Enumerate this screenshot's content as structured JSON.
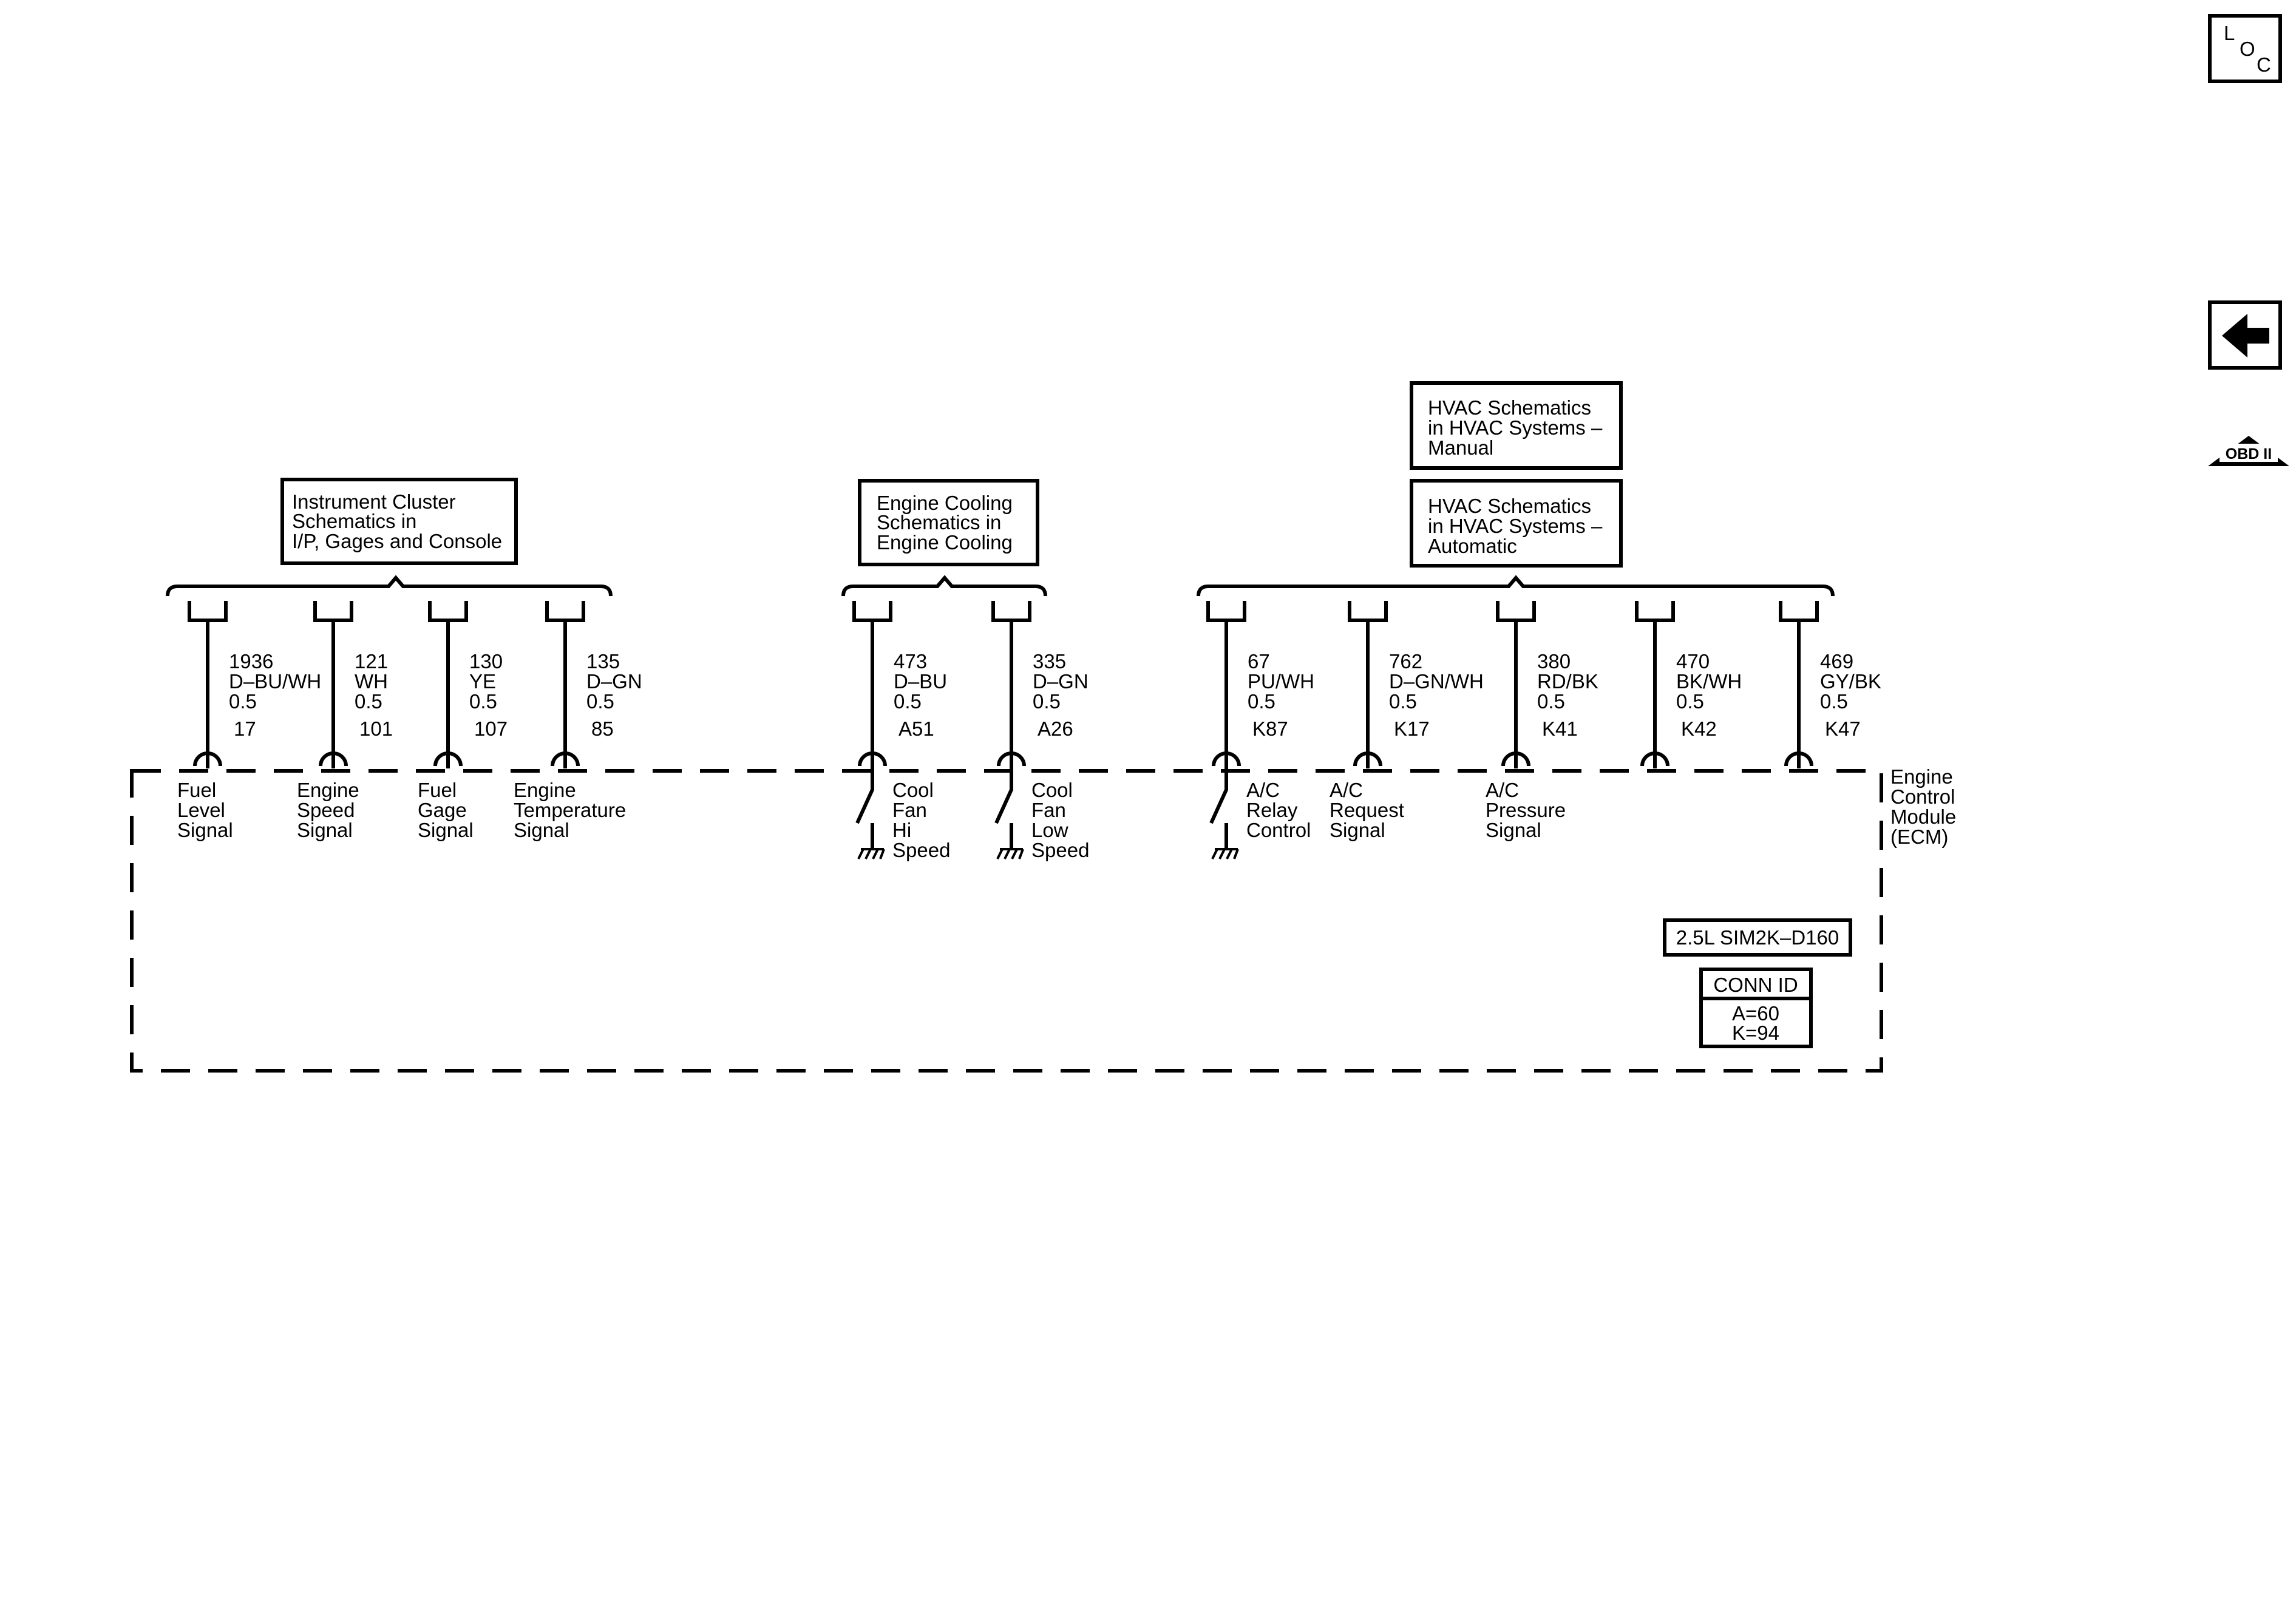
{
  "nav": {
    "loc": {
      "l": "L",
      "o": "O",
      "c": "C"
    },
    "back_icon": "left-arrow-icon",
    "obd": {
      "numeral": "II",
      "label": "OBD II"
    }
  },
  "references": {
    "instrument_cluster": [
      "Instrument Cluster",
      "Schematics in",
      "I/P, Gages and Console"
    ],
    "engine_cooling": [
      "Engine Cooling",
      "Schematics in",
      "Engine Cooling"
    ],
    "hvac_manual": [
      "HVAC Schematics",
      "in HVAC Systems –",
      "Manual"
    ],
    "hvac_automatic": [
      "HVAC Schematics",
      "in HVAC Systems –",
      "Automatic"
    ]
  },
  "circuits": [
    {
      "circuit": "1936",
      "color": "D–BU/WH",
      "gauge": "0.5",
      "pin": "17",
      "label": [
        "Fuel",
        "Level",
        "Signal"
      ]
    },
    {
      "circuit": "121",
      "color": "WH",
      "gauge": "0.5",
      "pin": "101",
      "label": [
        "Engine",
        "Speed",
        "Signal"
      ]
    },
    {
      "circuit": "130",
      "color": "YE",
      "gauge": "0.5",
      "pin": "107",
      "label": [
        "Fuel",
        "Gage",
        "Signal"
      ]
    },
    {
      "circuit": "135",
      "color": "D–GN",
      "gauge": "0.5",
      "pin": "85",
      "label": [
        "Engine",
        "Temperature",
        "Signal"
      ]
    },
    {
      "circuit": "473",
      "color": "D–BU",
      "gauge": "0.5",
      "pin": "A51",
      "label": [
        "Cool",
        "Fan",
        "Hi",
        "Speed"
      ]
    },
    {
      "circuit": "335",
      "color": "D–GN",
      "gauge": "0.5",
      "pin": "A26",
      "label": [
        "Cool",
        "Fan",
        "Low",
        "Speed"
      ]
    },
    {
      "circuit": "67",
      "color": "PU/WH",
      "gauge": "0.5",
      "pin": "K87",
      "label": [
        "A/C",
        "Relay",
        "Control"
      ]
    },
    {
      "circuit": "762",
      "color": "D–GN/WH",
      "gauge": "0.5",
      "pin": "K17",
      "label": [
        "A/C",
        "Request",
        "Signal"
      ]
    },
    {
      "circuit": "380",
      "color": "RD/BK",
      "gauge": "0.5",
      "pin": "K41",
      "label": [
        "A/C",
        "Pressure",
        "Signal"
      ]
    },
    {
      "circuit": "470",
      "color": "BK/WH",
      "gauge": "0.5",
      "pin": "K42",
      "label": []
    },
    {
      "circuit": "469",
      "color": "GY/BK",
      "gauge": "0.5",
      "pin": "K47",
      "label": []
    }
  ],
  "module": {
    "name": [
      "Engine",
      "Control",
      "Module",
      "(ECM)"
    ],
    "engine_variant": "2.5L SIM2K–D160",
    "conn_id_title": "CONN ID",
    "conn_id_values": [
      "A=60",
      "K=94"
    ]
  }
}
